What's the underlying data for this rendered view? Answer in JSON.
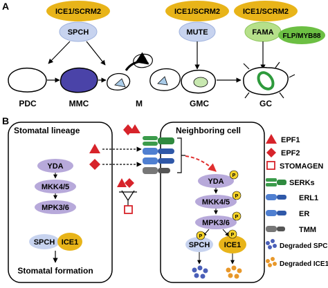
{
  "panel_a": {
    "letter": "A",
    "top_labels": {
      "ice1_scrm2_1": "ICE1/SCRM2",
      "spch": "SPCH",
      "ice1_scrm2_2": "ICE1/SCRM2",
      "mute": "MUTE",
      "ice1_scrm2_3": "ICE1/SCRM2",
      "fama": "FAMA",
      "flp_myb88": "FLP/MYB88"
    },
    "stages": [
      "PDC",
      "MMC",
      "M",
      "GMC",
      "GC"
    ]
  },
  "panel_b": {
    "letter": "B",
    "stomatal_lineage": {
      "title": "Stomatal lineage",
      "yda": "YDA",
      "mkk": "MKK4/5",
      "mpk": "MPK3/6",
      "spch": "SPCH",
      "ice1": "ICE1",
      "outcome": "Stomatal formation"
    },
    "neighboring_cell": {
      "title": "Neighboring cell",
      "yda": "YDA",
      "mkk": "MKK4/5",
      "mpk": "MPK3/6",
      "spch": "SPCH",
      "ice1": "ICE1",
      "phospho": "P"
    },
    "legend": {
      "epf1": "EPF1",
      "epf2": "EPF2",
      "stomagen": "STOMAGEN",
      "serks": "SERKs",
      "erl1": "ERL1",
      "er": "ER",
      "tmm": "TMM",
      "degraded_spch": "Degraded SPCH",
      "degraded_ice1": "Degraded ICE1"
    }
  },
  "colors": {
    "ice1_yellow": "#e8b419",
    "spch_blue": "#c7d3ef",
    "mmc_fill": "#4a43a8",
    "fama_green": "#b6e08a",
    "flp_green": "#6cbf43",
    "yda_purple": "#b7a9da",
    "epf_red": "#d7232a",
    "serk_green": "#3b9b4b",
    "erl_blue": "#4f7fd1",
    "tmm_grey": "#777777",
    "arrow_red": "#e03030"
  }
}
